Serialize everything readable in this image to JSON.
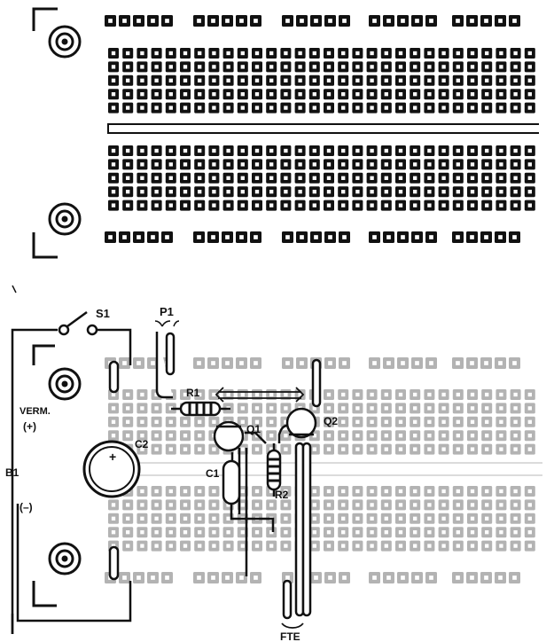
{
  "labels": {
    "s1": "S1",
    "p1": "P1",
    "r1": "R1",
    "q1": "Q1",
    "q2": "Q2",
    "c1": "C1",
    "c2": "C2",
    "r2": "R2",
    "b1": "B1",
    "verm": "VERM.",
    "plus": "(+)",
    "minus": "(–)",
    "fte": "FTE",
    "c2_plus": "+"
  },
  "colors": {
    "ink": "#111111",
    "board_top": "#111111",
    "board_bottom": "#b3b3b3",
    "hole": "#ffffff",
    "paper": "#ffffff"
  }
}
